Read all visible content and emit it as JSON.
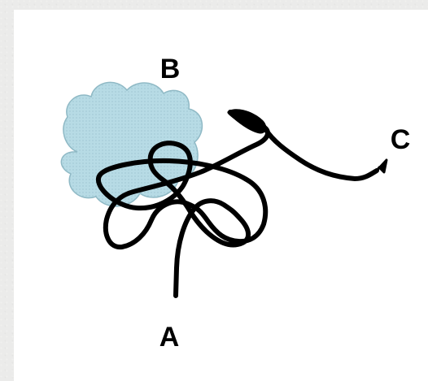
{
  "labels": {
    "start": "A",
    "loop_point": "B",
    "end": "C"
  },
  "colors": {
    "background": "#ebebea",
    "panel": "#ffffff",
    "cloud_fill": "#b5dce6",
    "cloud_stroke": "#8db8c4",
    "path_stroke": "#000000"
  },
  "icons": {
    "cloud": "cloud-icon",
    "arrowhead": "arrowhead-icon"
  }
}
